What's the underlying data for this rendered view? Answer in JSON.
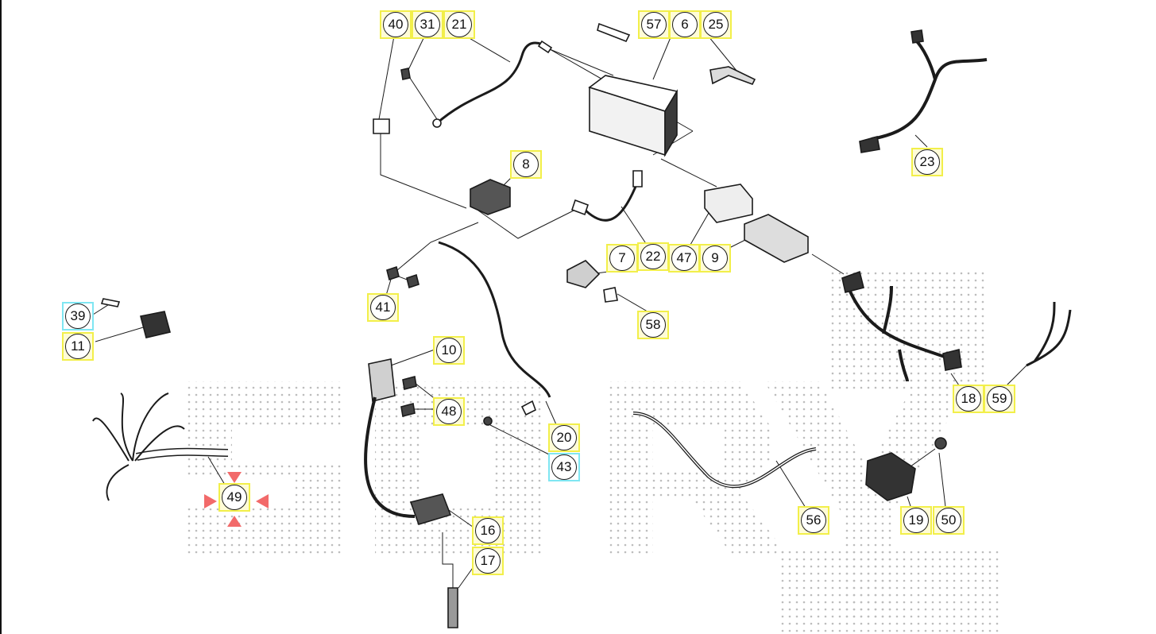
{
  "diagram": {
    "callouts": [
      {
        "id": "40",
        "style": "yellow"
      },
      {
        "id": "31",
        "style": "yellow"
      },
      {
        "id": "21",
        "style": "yellow"
      },
      {
        "id": "57",
        "style": "yellow"
      },
      {
        "id": "6",
        "style": "yellow"
      },
      {
        "id": "25",
        "style": "yellow"
      },
      {
        "id": "8",
        "style": "yellow"
      },
      {
        "id": "23",
        "style": "yellow"
      },
      {
        "id": "7",
        "style": "yellow"
      },
      {
        "id": "22",
        "style": "yellow"
      },
      {
        "id": "47",
        "style": "yellow"
      },
      {
        "id": "9",
        "style": "yellow"
      },
      {
        "id": "41",
        "style": "yellow"
      },
      {
        "id": "58",
        "style": "yellow"
      },
      {
        "id": "39",
        "style": "cyan"
      },
      {
        "id": "11",
        "style": "yellow"
      },
      {
        "id": "10",
        "style": "yellow"
      },
      {
        "id": "48",
        "style": "yellow"
      },
      {
        "id": "18",
        "style": "yellow"
      },
      {
        "id": "59",
        "style": "yellow"
      },
      {
        "id": "20",
        "style": "yellow"
      },
      {
        "id": "43",
        "style": "cyan"
      },
      {
        "id": "49",
        "style": "yellow"
      },
      {
        "id": "16",
        "style": "yellow"
      },
      {
        "id": "56",
        "style": "yellow"
      },
      {
        "id": "19",
        "style": "yellow"
      },
      {
        "id": "50",
        "style": "yellow"
      },
      {
        "id": "17",
        "style": "yellow"
      }
    ],
    "selected_callout": "49",
    "colors": {
      "callout_fill": "#fffcd6",
      "callout_border": "#f2ef4a",
      "callout_selected_border": "#7fe6f2",
      "marker": "#f26a6a",
      "line": "#1b1b1b",
      "watermark_dots": "#bdbdbd"
    }
  }
}
